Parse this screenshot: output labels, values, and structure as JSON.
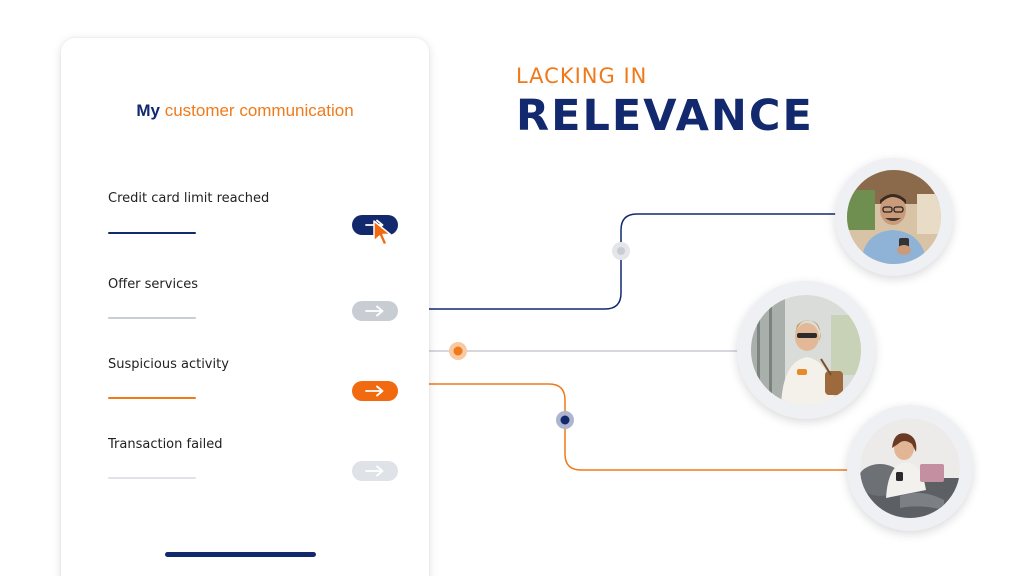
{
  "panel": {
    "title_prefix": "My",
    "title_rest": "customer communication",
    "items": [
      {
        "label": "Credit card limit reached",
        "state": "active-navy"
      },
      {
        "label": "Offer services",
        "state": "inactive-gray"
      },
      {
        "label": "Suspicious activity",
        "state": "active-orange"
      },
      {
        "label": "Transaction failed",
        "state": "inactive-light"
      }
    ]
  },
  "heading": {
    "line1": "LACKING IN",
    "line2": "RELEVANCE"
  },
  "icons": {
    "toggle_arrow": "arrow-right-icon",
    "cursor": "mouse-pointer-icon"
  },
  "colors": {
    "navy": "#12296e",
    "orange": "#f07a1a",
    "gray": "#c8ccd3",
    "light_gray": "#dfe2e6"
  },
  "avatars": [
    {
      "name": "man-with-glasses-smartphone-photo"
    },
    {
      "name": "woman-with-bag-photo"
    },
    {
      "name": "woman-on-couch-with-coffee-photo"
    }
  ]
}
